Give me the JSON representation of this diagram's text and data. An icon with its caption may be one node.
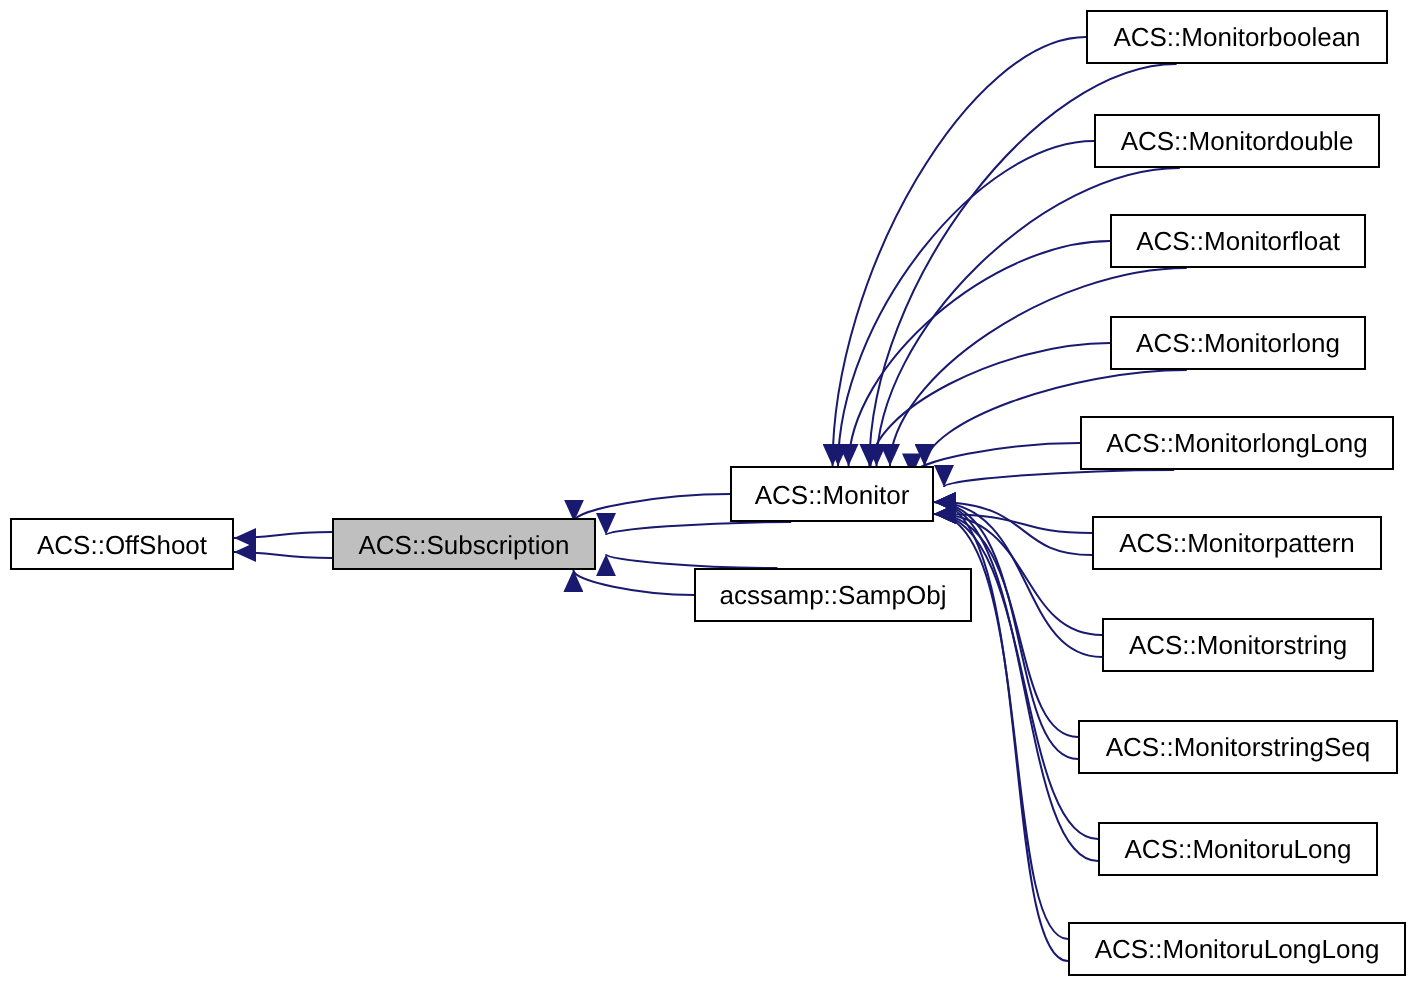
{
  "diagram": {
    "nodes": [
      {
        "text": [
          "ACS::OffShoot"
        ]
      },
      {
        "text": [
          "ACS::Subscription"
        ]
      },
      {
        "text": [
          "ACS::Monitor"
        ]
      },
      {
        "text": [
          "acssamp::SampObj"
        ]
      },
      {
        "text": [
          "ACS::Monitorboolean"
        ]
      },
      {
        "text": [
          "ACS::Monitordouble"
        ]
      },
      {
        "text": [
          "ACS::Monitorfloat"
        ]
      },
      {
        "text": [
          "ACS::Monitorlong"
        ]
      },
      {
        "text": [
          "ACS::MonitorlongLong"
        ]
      },
      {
        "text": [
          "ACS::Monitorpattern"
        ]
      },
      {
        "text": [
          "ACS::Monitorstring"
        ]
      },
      {
        "text": [
          "ACS::MonitorstringSeq"
        ]
      },
      {
        "text": [
          "ACS::MonitoruLong"
        ]
      },
      {
        "text": [
          "ACS::MonitoruLongLong"
        ]
      }
    ],
    "edges": [
      {
        "from": 1,
        "to": 0,
        "arrow": "to"
      },
      {
        "from": 1,
        "to": 0,
        "arrow": "to"
      },
      {
        "from": 2,
        "to": 1,
        "arrow": "to"
      },
      {
        "from": 2,
        "to": 1,
        "arrow": "to"
      },
      {
        "from": 3,
        "to": 1,
        "arrow": "to"
      },
      {
        "from": 3,
        "to": 1,
        "arrow": "to"
      },
      {
        "from": 4,
        "to": 2,
        "arrow": "to"
      },
      {
        "from": 4,
        "to": 2,
        "arrow": "to"
      },
      {
        "from": 5,
        "to": 2,
        "arrow": "to"
      },
      {
        "from": 5,
        "to": 2,
        "arrow": "to"
      },
      {
        "from": 6,
        "to": 2,
        "arrow": "to"
      },
      {
        "from": 6,
        "to": 2,
        "arrow": "to"
      },
      {
        "from": 7,
        "to": 2,
        "arrow": "to"
      },
      {
        "from": 7,
        "to": 2,
        "arrow": "to"
      },
      {
        "from": 8,
        "to": 2,
        "arrow": "to"
      },
      {
        "from": 8,
        "to": 2,
        "arrow": "to"
      },
      {
        "from": 9,
        "to": 2,
        "arrow": "to"
      },
      {
        "from": 9,
        "to": 2,
        "arrow": "to"
      },
      {
        "from": 10,
        "to": 2,
        "arrow": "to"
      },
      {
        "from": 10,
        "to": 2,
        "arrow": "to"
      },
      {
        "from": 11,
        "to": 2,
        "arrow": "to"
      },
      {
        "from": 11,
        "to": 2,
        "arrow": "to"
      },
      {
        "from": 12,
        "to": 2,
        "arrow": "to"
      },
      {
        "from": 12,
        "to": 2,
        "arrow": "to"
      },
      {
        "from": 13,
        "to": 2,
        "arrow": "to"
      },
      {
        "from": 13,
        "to": 2,
        "arrow": "to"
      }
    ]
  }
}
